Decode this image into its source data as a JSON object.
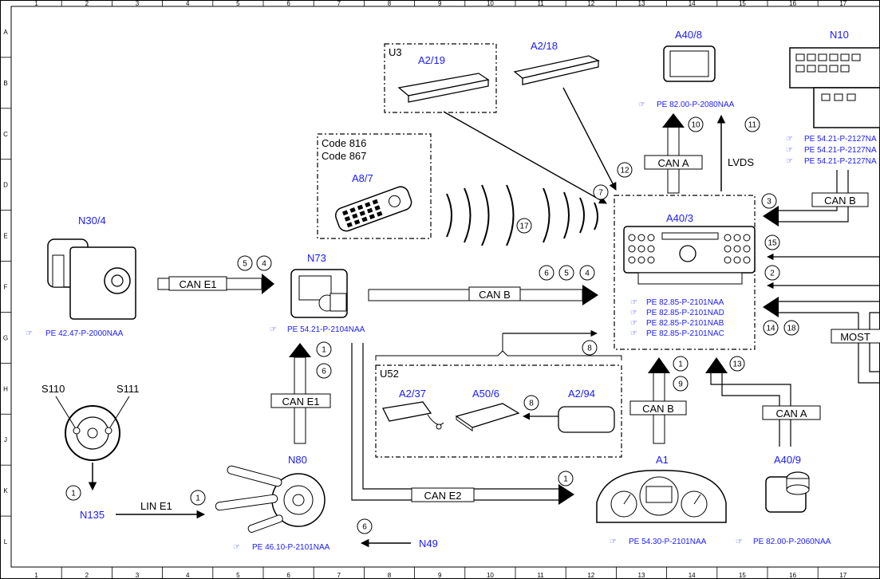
{
  "ruler": {
    "columns": [
      "1",
      "2",
      "3",
      "4",
      "5",
      "6",
      "7",
      "8",
      "9",
      "10",
      "11",
      "12",
      "13",
      "14",
      "15",
      "16",
      "17"
    ],
    "rows": [
      "A",
      "B",
      "C",
      "D",
      "E",
      "F",
      "G",
      "H",
      "J",
      "K",
      "L"
    ]
  },
  "components": {
    "n30_4": "N30/4",
    "n73": "N73",
    "n80": "N80",
    "n135": "N135",
    "n49": "N49",
    "s110": "S110",
    "s111": "S111",
    "a2_19": "A2/19",
    "u3": "U3",
    "a2_18": "A2/18",
    "a40_8": "A40/8",
    "n10": "N10",
    "a8_7": "A8/7",
    "code816": "Code 816",
    "code867": "Code 867",
    "a40_3": "A40/3",
    "u52": "U52",
    "a2_37": "A2/37",
    "a50_6": "A50/6",
    "a2_94": "A2/94",
    "a1": "A1",
    "a40_9": "A40/9"
  },
  "buses": {
    "can_e1_h": "CAN E1",
    "can_e1_v": "CAN E1",
    "can_b_main": "CAN B",
    "can_b_a1": "CAN B",
    "can_b_n10": "CAN B",
    "can_a_top": "CAN A",
    "can_a_a40_9": "CAN A",
    "can_e2": "CAN E2",
    "lin_e1": "LIN E1",
    "lvds": "LVDS",
    "most": "MOST"
  },
  "refs": {
    "n30_4": "PE 42.47-P-2000NAA",
    "n73": "PE 54.21-P-2104NAA",
    "n80": "PE 46.10-P-2101NAA",
    "a40_8": "PE 82.00-P-2080NAA",
    "n10_1": "PE 54.21-P-2127NA",
    "n10_2": "PE 54.21-P-2127NA",
    "n10_3": "PE 54.21-P-2127NA",
    "a40_3_1": "PE 82.85-P-2101NAA",
    "a40_3_2": "PE 82.85-P-2101NAD",
    "a40_3_3": "PE 82.85-P-2101NAB",
    "a40_3_4": "PE 82.85-P-2101NAC",
    "a1": "PE 54.30-P-2101NAA",
    "a40_9": "PE 82.00-P-2060NAA"
  },
  "markers": {
    "m5a": "5",
    "m4a": "4",
    "m1a": "1",
    "m6a": "6",
    "m6b": "6",
    "m5b": "5",
    "m4b": "4",
    "m17": "17",
    "m7": "7",
    "m12": "12",
    "m10": "10",
    "m11": "11",
    "m3": "3",
    "m15": "15",
    "m2": "2",
    "m14": "14",
    "m18": "18",
    "m8a": "8",
    "m8b": "8",
    "m1b": "1",
    "m9": "9",
    "m13": "13",
    "m1c": "1",
    "m1d": "1",
    "m1e": "1",
    "m6c": "6"
  }
}
